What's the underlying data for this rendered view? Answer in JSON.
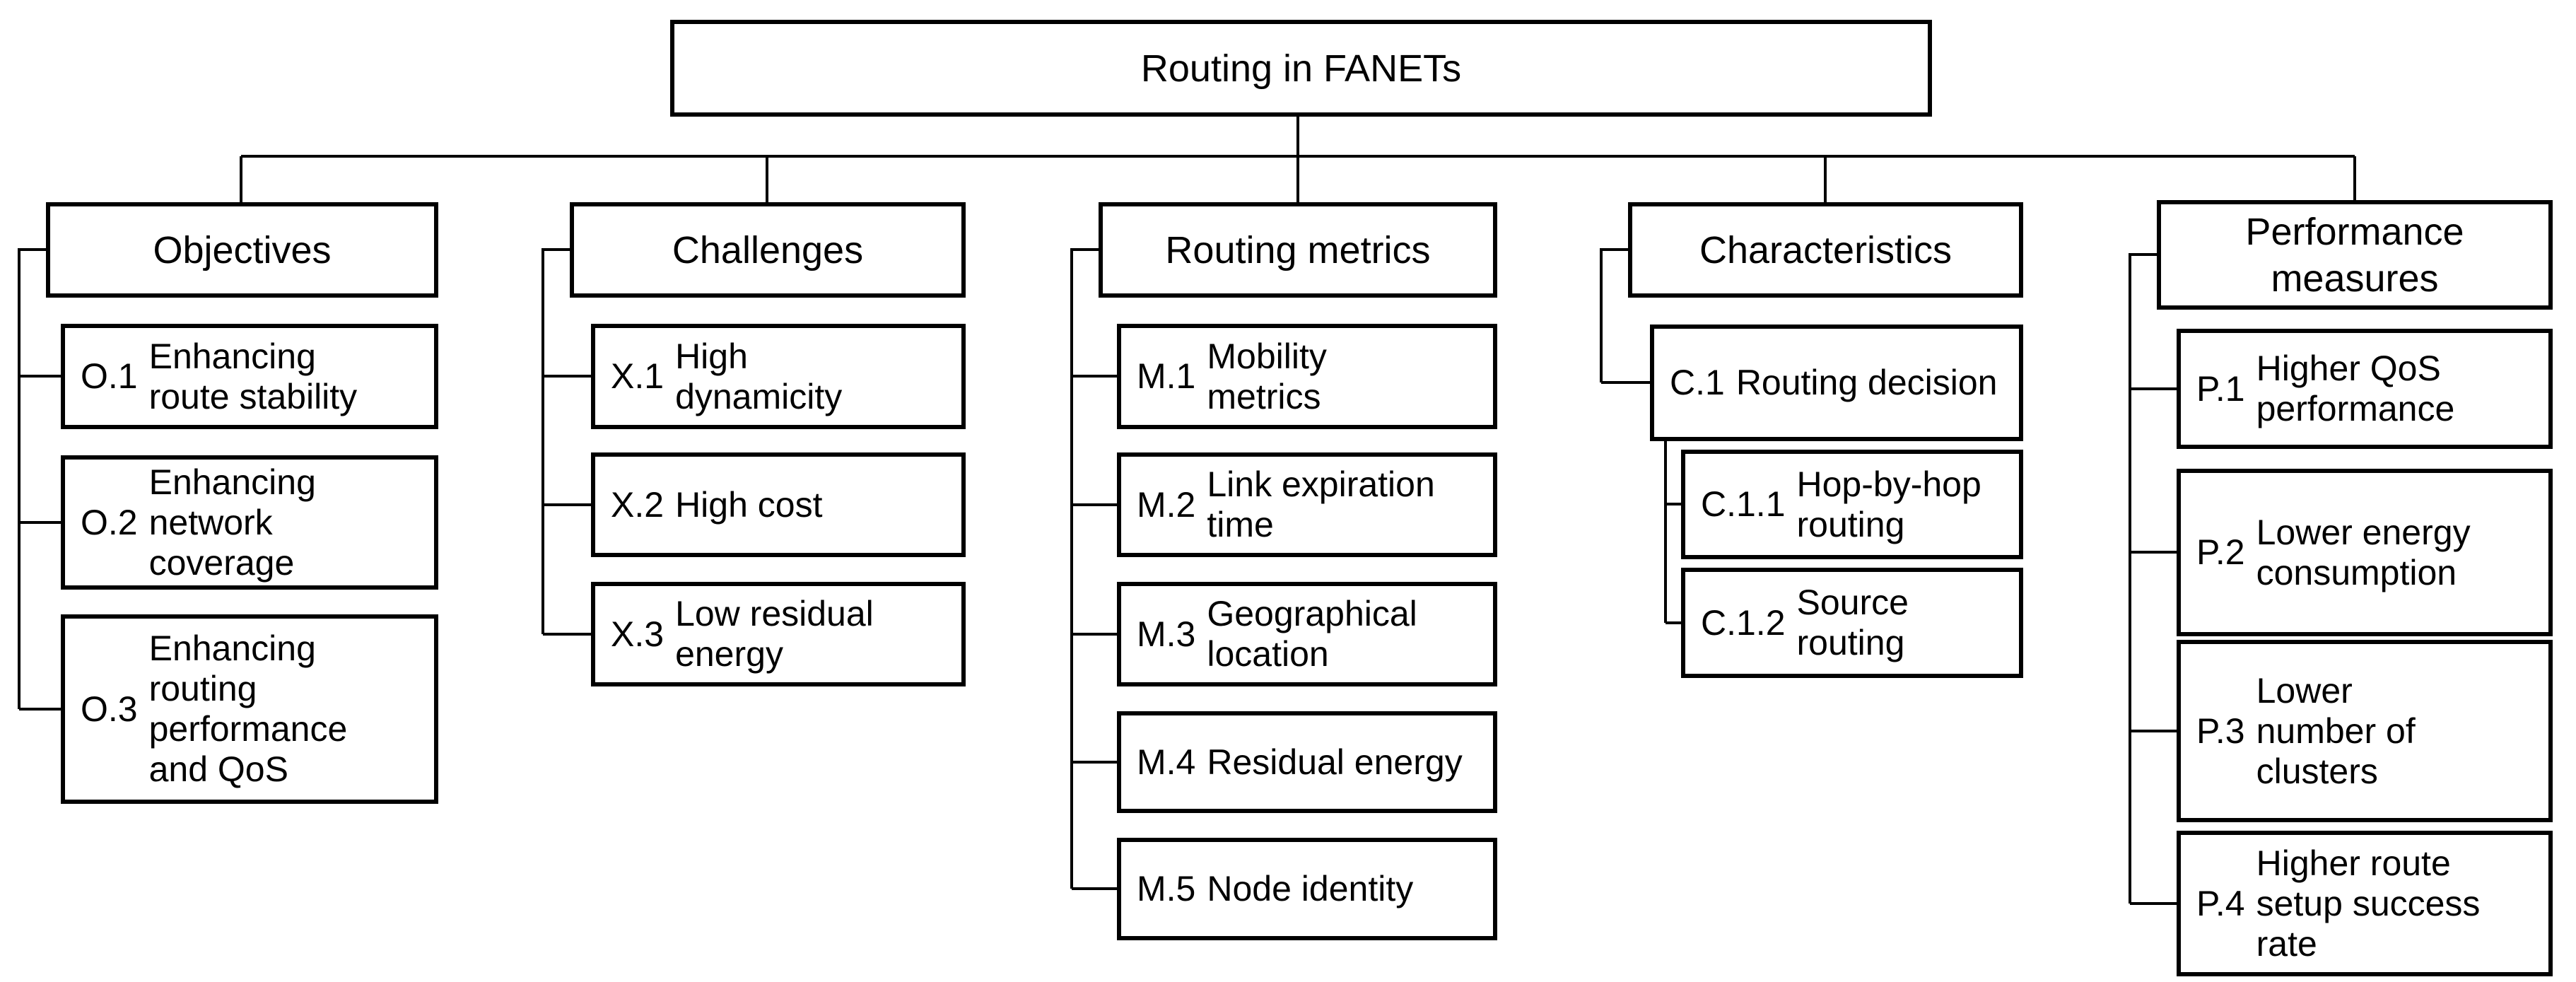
{
  "diagram": {
    "title": "Routing in FANETs",
    "colors": {
      "line": "#000000",
      "box_background": "#ffffff",
      "text": "#000000"
    },
    "columns": [
      {
        "id": "objectives",
        "header_lines": [
          "Objectives"
        ],
        "children": [
          {
            "num": "O.1",
            "lines": [
              "Enhancing",
              "route stability"
            ]
          },
          {
            "num": "O.2",
            "lines": [
              "Enhancing",
              "network",
              "coverage"
            ]
          },
          {
            "num": "O.3",
            "lines": [
              "Enhancing",
              "routing",
              "performance",
              "and QoS"
            ]
          }
        ]
      },
      {
        "id": "challenges",
        "header_lines": [
          "Challenges"
        ],
        "children": [
          {
            "num": "X.1",
            "lines": [
              "High",
              "dynamicity"
            ]
          },
          {
            "num": "X.2",
            "lines": [
              "High cost"
            ]
          },
          {
            "num": "X.3",
            "lines": [
              "Low residual",
              "energy"
            ]
          }
        ]
      },
      {
        "id": "routing-metrics",
        "header_lines": [
          "Routing metrics"
        ],
        "children": [
          {
            "num": "M.1",
            "lines": [
              "Mobility",
              "metrics"
            ]
          },
          {
            "num": "M.2",
            "lines": [
              "Link expiration",
              "time"
            ]
          },
          {
            "num": "M.3",
            "lines": [
              "Geographical",
              "location"
            ]
          },
          {
            "num": "M.4",
            "lines": [
              "Residual energy"
            ]
          },
          {
            "num": "M.5",
            "lines": [
              "Node identity"
            ]
          }
        ]
      },
      {
        "id": "characteristics",
        "header_lines": [
          "Characteristics"
        ],
        "children": [
          {
            "num": "C.1",
            "lines": [
              "Routing decision"
            ]
          },
          {
            "num": "C.1.1",
            "lines": [
              "Hop-by-hop",
              "routing"
            ]
          },
          {
            "num": "C.1.2",
            "lines": [
              "Source",
              "routing"
            ]
          }
        ]
      },
      {
        "id": "performance-measures",
        "header_lines": [
          "Performance",
          "measures"
        ],
        "children": [
          {
            "num": "P.1",
            "lines": [
              "Higher QoS",
              "performance"
            ]
          },
          {
            "num": "P.2",
            "lines": [
              "Lower energy",
              "consumption"
            ]
          },
          {
            "num": "P.3",
            "lines": [
              "Lower",
              "number of",
              "clusters"
            ]
          },
          {
            "num": "P.4",
            "lines": [
              "Higher route",
              "setup success",
              "rate"
            ]
          }
        ]
      }
    ]
  }
}
